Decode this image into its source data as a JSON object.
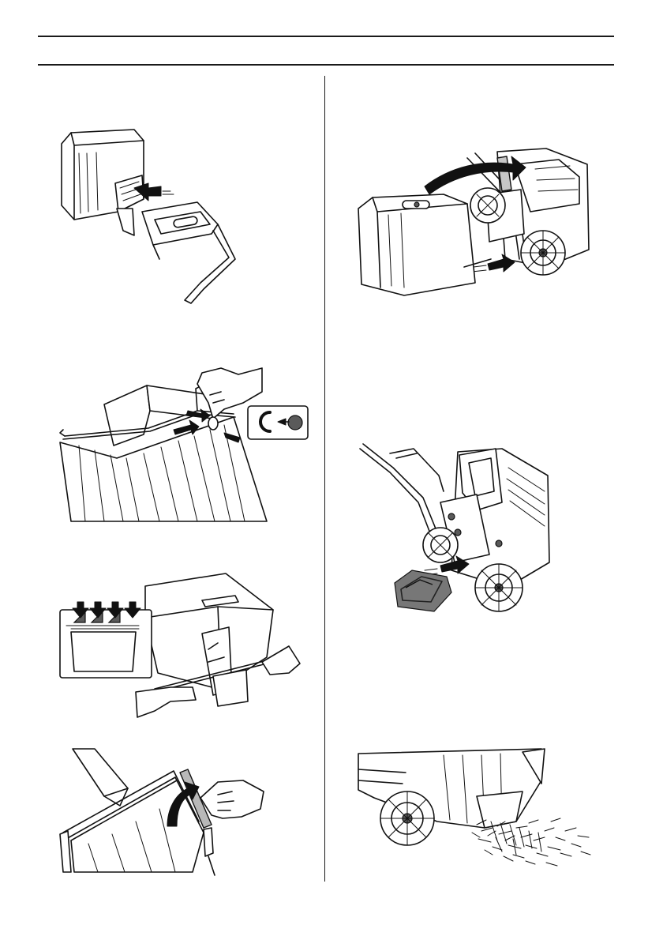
{
  "page": {
    "background": "#ffffff",
    "ink": "#111111",
    "figures": [
      {
        "id": "fig-1",
        "icon": "grass-bag-frame-insert-illustration"
      },
      {
        "id": "fig-2",
        "icon": "grass-bag-clip-attach-illustration"
      },
      {
        "id": "fig-3",
        "icon": "grass-bag-handle-press-illustration"
      },
      {
        "id": "fig-4",
        "icon": "grass-bag-edge-fold-illustration"
      },
      {
        "id": "fig-5",
        "icon": "grass-bag-mount-on-mower-illustration"
      },
      {
        "id": "fig-6",
        "icon": "mulch-plug-insert-illustration"
      },
      {
        "id": "fig-7",
        "icon": "side-discharge-clippings-illustration"
      }
    ]
  }
}
